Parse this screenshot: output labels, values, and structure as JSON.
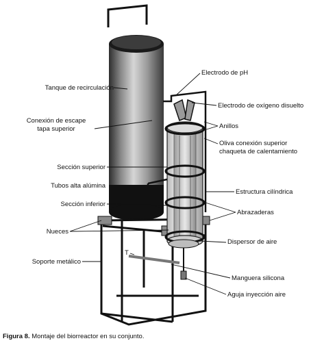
{
  "labels": {
    "tanque": "Tanque de recirculación",
    "conexion_1": "Conexión de escape",
    "conexion_2": "tapa superior",
    "seccion_superior": "Sección superior",
    "tubos": "Tubos alta alúmina",
    "seccion_inferior": "Sección inferior",
    "nueces": "Nueces",
    "soporte": "Soporte metálico",
    "t": "T",
    "electrodo_ph": "Electrodo de pH",
    "electrodo_o2": "Electrodo de oxígeno disuelto",
    "anillos": "Anillos",
    "oliva_1": "Oliva conexión superior",
    "oliva_2": "chaqueta de calentamiento",
    "estructura": "Estructura cilíndrica",
    "abrazaderas": "Abrazaderas",
    "dispersor": "Dispersor de aire",
    "manguera": "Manguera silicona",
    "aguja": "Aguja inyección aire"
  },
  "caption": {
    "prefix": "Figura 8.",
    "text": " Montaje del biorreactor en su conjunto."
  }
}
